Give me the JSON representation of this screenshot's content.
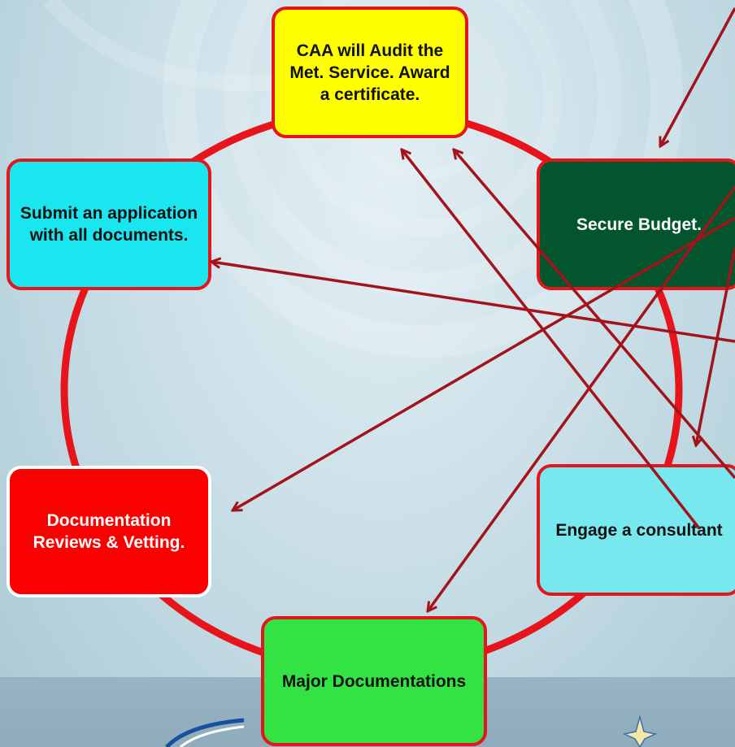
{
  "steps": {
    "audit": "CAA will Audit the Met. Service. Award a certificate.",
    "submit": "Submit an application with all documents.",
    "budget": "Secure Budget.",
    "vetting": "Documentation Reviews & Vetting.",
    "consultant": "Engage a consultant",
    "major": "Major Documentations"
  },
  "colors": {
    "cycle_ring": "#e8141c",
    "arrows": "#a4131c",
    "audit_box": "#ffff00",
    "submit_box": "#19e6ee",
    "budget_box": "#02552d",
    "vetting_box": "#fb0000",
    "consultant_box": "#77e8ee",
    "major_box": "#33e243"
  },
  "footer_icons": [
    "swirl-logo",
    "star-emblem"
  ]
}
